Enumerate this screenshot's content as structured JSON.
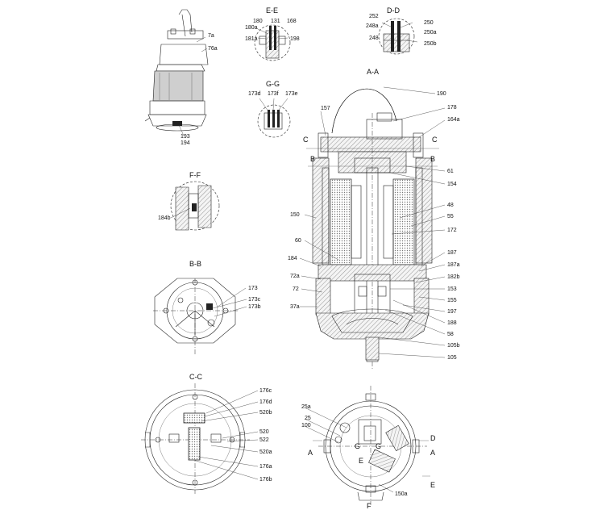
{
  "sections": {
    "ee": "E-E",
    "dd": "D-D",
    "aa": "A-A",
    "gg": "G-G",
    "ff": "F-F",
    "bb": "B-B",
    "cc": "C-C"
  },
  "cut_marks": {
    "c_left": "C",
    "c_right": "C",
    "b_left": "B",
    "b_right": "B",
    "d_mark": "D",
    "a_left": "A",
    "a_right": "A",
    "e_mark": "E",
    "f_mark": "F",
    "e_mid": "E",
    "g_left": "G",
    "g_right": "G"
  },
  "labels": {
    "pump_7a": "7a",
    "pump_76a": "76a",
    "pump_193": "193",
    "pump_194": "194",
    "ee_180": "180",
    "ee_131": "131",
    "ee_168": "168",
    "ee_180a": "180a",
    "ee_181a": "181a",
    "ee_198": "198",
    "dd_252": "252",
    "dd_250": "250",
    "dd_248a": "248a",
    "dd_250a": "250a",
    "dd_248": "248",
    "dd_250b": "250b",
    "gg_173d": "173d",
    "gg_173f": "173f",
    "gg_173e": "173e",
    "ff_184b": "184b",
    "bb_173": "173",
    "bb_173c": "173c",
    "bb_173b": "173b",
    "cc_176c": "176c",
    "cc_176d": "176d",
    "cc_520b": "520b",
    "cc_520": "520",
    "cc_522": "522",
    "cc_520a": "520a",
    "cc_176a": "176a",
    "cc_176b": "176b",
    "aa_190": "190",
    "aa_157": "157",
    "aa_178": "178",
    "aa_164a": "164a",
    "aa_61": "61",
    "aa_154": "154",
    "aa_48": "48",
    "aa_150": "150",
    "aa_55": "55",
    "aa_172": "172",
    "aa_60": "60",
    "aa_187": "187",
    "aa_184": "184",
    "aa_187a": "187a",
    "aa_72a": "72a",
    "aa_182b": "182b",
    "aa_153": "153",
    "aa_72": "72",
    "aa_155": "155",
    "aa_37a": "37a",
    "aa_197": "197",
    "aa_188": "188",
    "aa_58": "58",
    "aa_105b": "105b",
    "aa_105": "105",
    "bt_25a": "25a",
    "bt_25": "25",
    "bt_100": "100",
    "bt_150a": "150a"
  }
}
